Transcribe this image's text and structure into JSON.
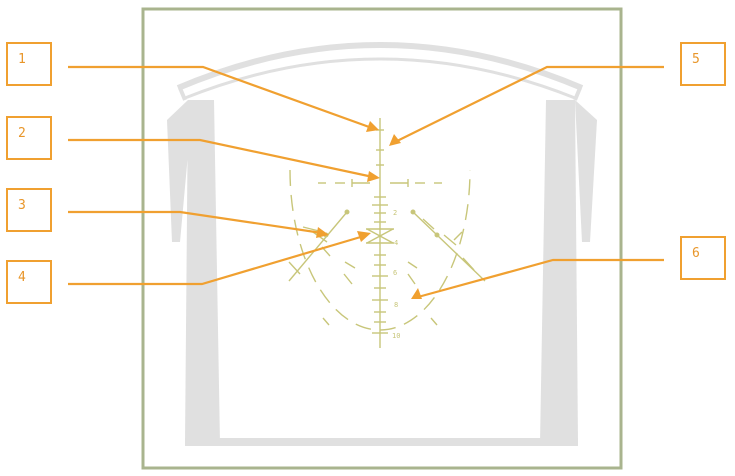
{
  "callouts": [
    {
      "id": "1",
      "label": "1"
    },
    {
      "id": "2",
      "label": "2"
    },
    {
      "id": "3",
      "label": "3"
    },
    {
      "id": "4",
      "label": "4"
    },
    {
      "id": "5",
      "label": "5"
    },
    {
      "id": "6",
      "label": "6"
    }
  ],
  "scale_labels": [
    "2",
    "4",
    "6",
    "8",
    "10"
  ],
  "colors": {
    "frame": "#a9b48e",
    "cockpit": "#e0e0e0",
    "hud_symbology": "#c8c67a",
    "callout": "#f0a030"
  }
}
